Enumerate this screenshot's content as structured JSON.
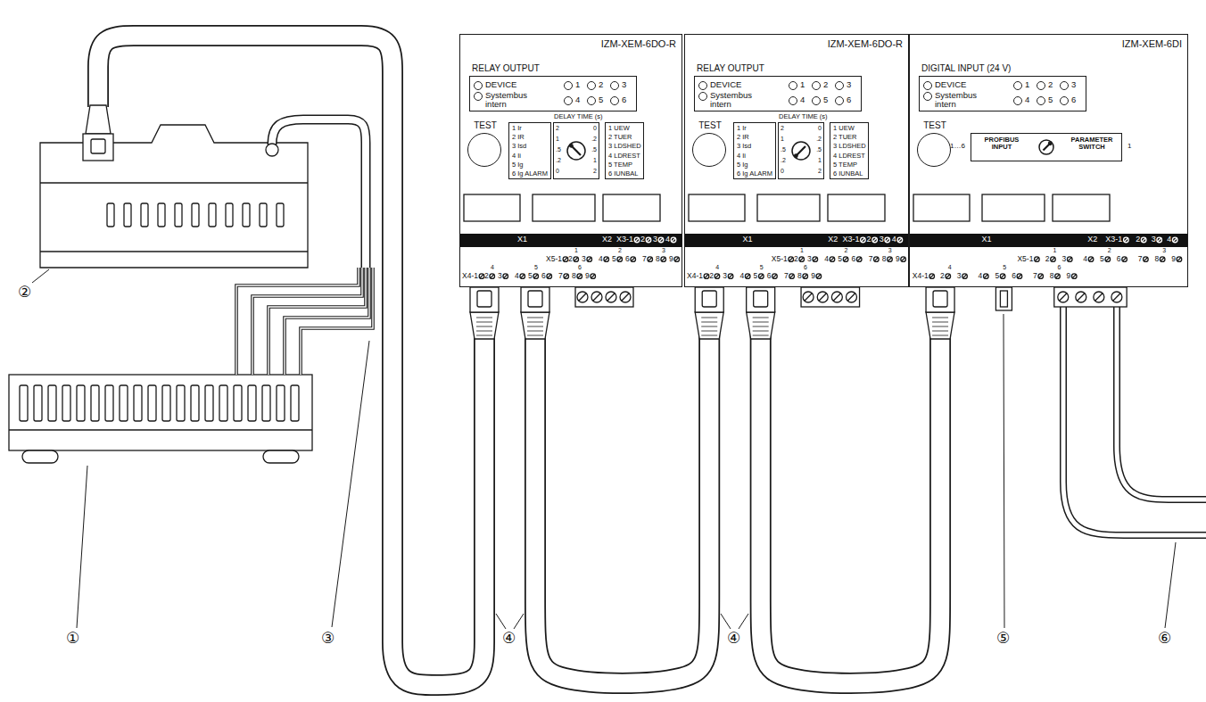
{
  "diagram": {
    "nodes": [
      {
        "text": [
          "IZM-XEM-6DO-R"
        ]
      },
      {
        "text": [
          "RELAY OUTPUT",
          "DEVICE",
          "Systembus intern",
          "1",
          "2",
          "3",
          "4",
          "5",
          "6"
        ],
        "in": 0
      },
      {
        "text": [
          "TEST"
        ],
        "in": 0
      },
      {
        "text": [
          "1 Ir",
          "2 IR",
          "3 Isd",
          "4 Ii",
          "5 Ig",
          "6 Ig ALARM"
        ],
        "in": 0
      },
      {
        "text": [
          "DELAY TIME (s)",
          "2",
          "1",
          ".5",
          ".2",
          "0",
          "0",
          ".2",
          ".5",
          "1",
          "2"
        ],
        "in": 0
      },
      {
        "text": [
          "1 UEW",
          "2 TUER",
          "3 LDSHED",
          "4 LDREST",
          "5 TEMP",
          "6 IUNBAL"
        ],
        "in": 0
      },
      {
        "text": [
          "IZM-XEM-6DO-R"
        ]
      },
      {
        "text": [
          "RELAY OUTPUT",
          "DEVICE",
          "Systembus intern",
          "1",
          "2",
          "3",
          "4",
          "5",
          "6"
        ],
        "in": 6
      },
      {
        "text": [
          "TEST"
        ],
        "in": 6
      },
      {
        "text": [
          "1 Ir",
          "2 IR",
          "3 Isd",
          "4 Ii",
          "5 Ig",
          "6 Ig ALARM"
        ],
        "in": 6
      },
      {
        "text": [
          "DELAY TIME (s)",
          "2",
          "1",
          ".5",
          ".2",
          "0",
          "0",
          ".2",
          ".5",
          "1",
          "2"
        ],
        "in": 6
      },
      {
        "text": [
          "1 UEW",
          "2 TUER",
          "3 LDSHED",
          "4 LDREST",
          "5 TEMP",
          "6 IUNBAL"
        ],
        "in": 6
      },
      {
        "text": [
          "IZM-XEM-6DI"
        ]
      },
      {
        "text": [
          "DIGITAL INPUT (24 V)",
          "DEVICE",
          "Systembus intern",
          "1",
          "2",
          "3",
          "4",
          "5",
          "6"
        ],
        "in": 12
      },
      {
        "text": [
          "TEST"
        ],
        "in": 12
      },
      {
        "text": [
          "1…6",
          "PROFIBUS INPUT",
          "PARAMETER SWITCH",
          "1"
        ],
        "in": 12
      }
    ],
    "edges": [
      {
        "from": 0,
        "to": 6,
        "arrow": "none"
      },
      {
        "from": 6,
        "to": 12,
        "arrow": "none"
      }
    ],
    "labels": [
      "X1",
      "X2",
      "X3-1",
      "2",
      "3",
      "4",
      "X5-1",
      "2",
      "3",
      "4",
      "5",
      "6",
      "7",
      "8",
      "9",
      "X4-1",
      "2",
      "3",
      "4",
      "5",
      "6",
      "7",
      "8",
      "9",
      "1",
      "2",
      "3",
      "4",
      "5",
      "6",
      "X1",
      "X2",
      "X3-1",
      "2",
      "3",
      "4",
      "X5-1",
      "2",
      "3",
      "4",
      "5",
      "6",
      "7",
      "8",
      "9",
      "X4-1",
      "2",
      "3",
      "4",
      "5",
      "6",
      "7",
      "8",
      "9",
      "1",
      "2",
      "3",
      "4",
      "5",
      "6",
      "X1",
      "X2",
      "X3-1",
      "2",
      "3",
      "4",
      "X5-1",
      "2",
      "3",
      "4",
      "5",
      "6",
      "7",
      "8",
      "9",
      "X4-1",
      "2",
      "3",
      "4",
      "5",
      "6",
      "7",
      "8",
      "9",
      "1",
      "2",
      "3",
      "4",
      "5",
      "6",
      "①",
      "②",
      "③",
      "④",
      "④",
      "⑤",
      "⑥"
    ]
  }
}
